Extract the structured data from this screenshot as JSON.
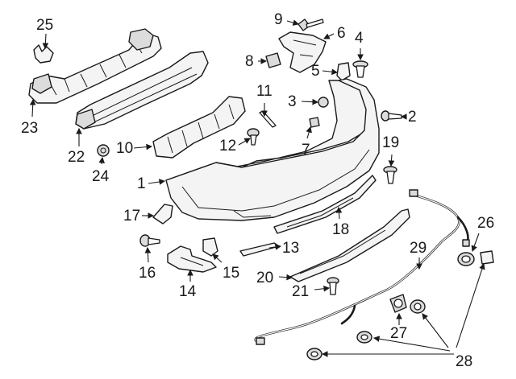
{
  "callouts": {
    "c1": "1",
    "c2": "2",
    "c3": "3",
    "c4": "4",
    "c5": "5",
    "c6": "6",
    "c7": "7",
    "c8": "8",
    "c9": "9",
    "c10": "10",
    "c11": "11",
    "c12": "12",
    "c13": "13",
    "c14": "14",
    "c15": "15",
    "c16": "16",
    "c17": "17",
    "c18": "18",
    "c19": "19",
    "c20": "20",
    "c21": "21",
    "c22": "22",
    "c23": "23",
    "c24": "24",
    "c25": "25",
    "c26": "26",
    "c27": "27",
    "c28": "28",
    "c29": "29"
  }
}
